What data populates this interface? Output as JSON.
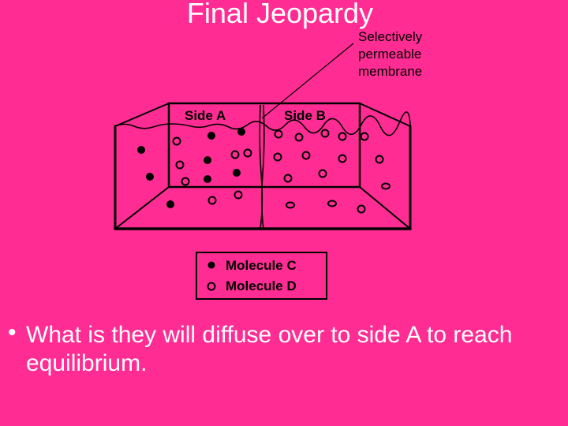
{
  "slide": {
    "title": "Final Jeopardy",
    "bullet_symbol": "•",
    "bullet_text": "What is they will diffuse over to side A to reach equilibrium."
  },
  "diagram": {
    "membrane_label_lines": [
      "Selectively",
      "permeable",
      "membrane"
    ],
    "side_a_label": "Side A",
    "side_b_label": "Side B",
    "legend": [
      {
        "symbol": "filled-circle",
        "label": "Molecule C"
      },
      {
        "symbol": "open-circle",
        "label": "Molecule D"
      }
    ],
    "colors": {
      "background": "#ff2d93",
      "ink": "#000000",
      "text": "#ffffff"
    }
  }
}
